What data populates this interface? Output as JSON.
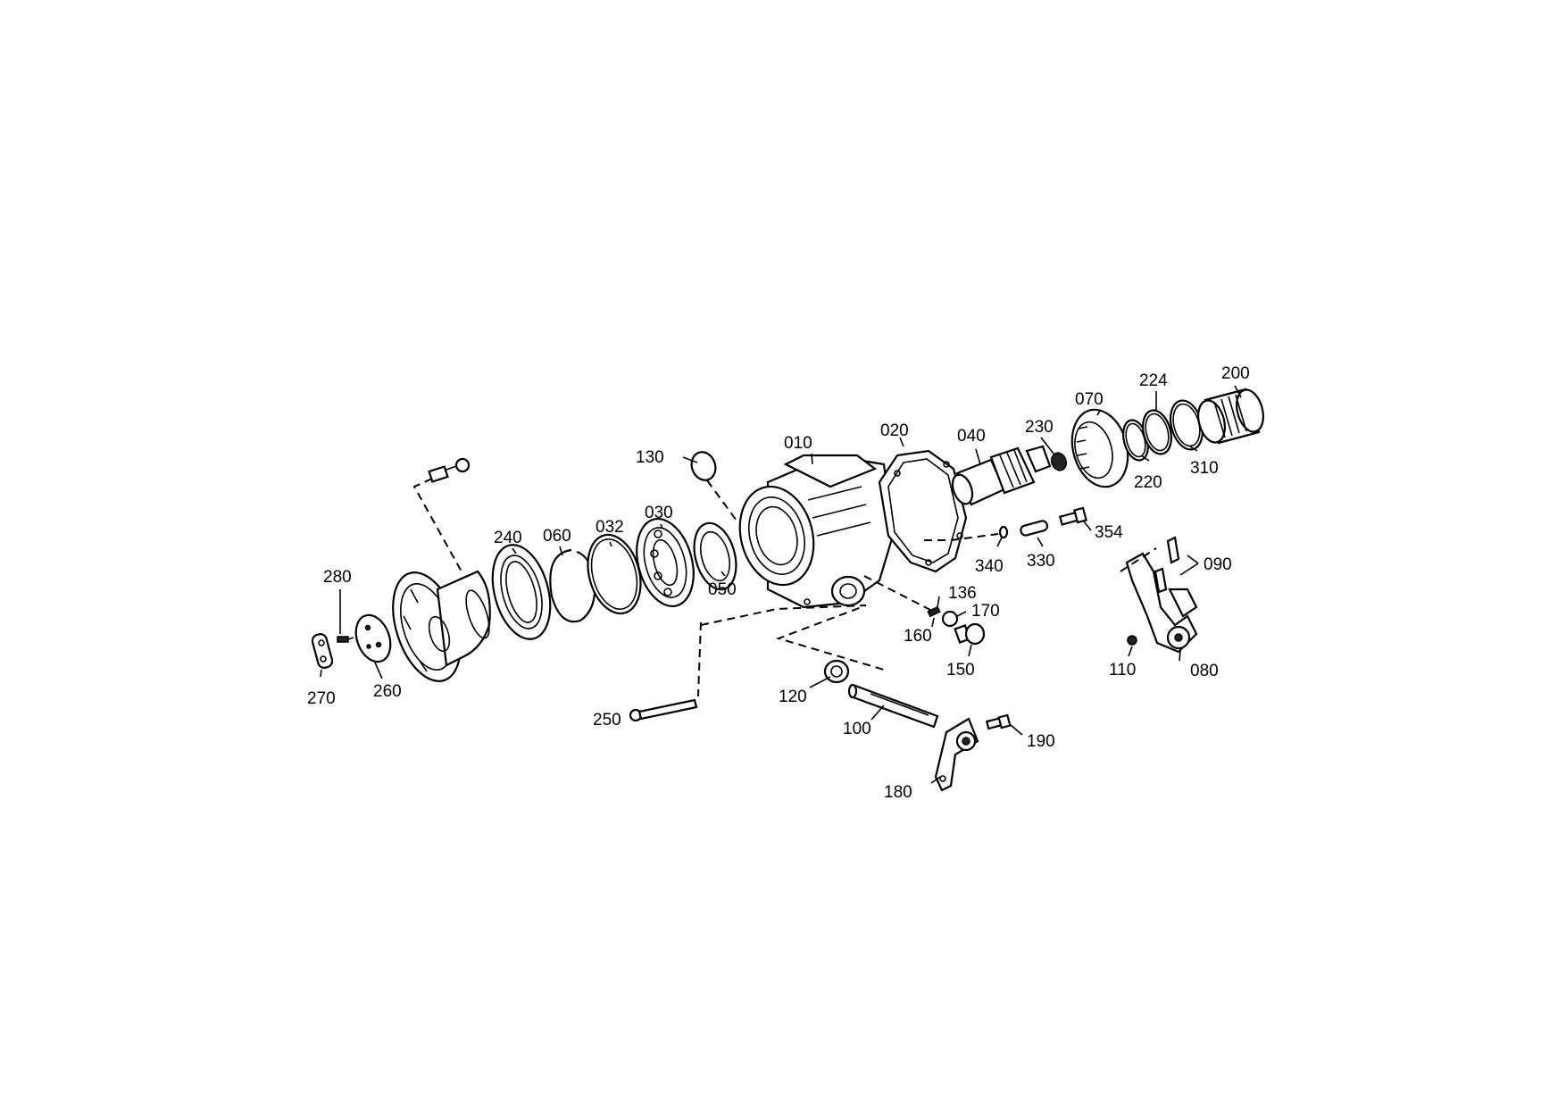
{
  "diagram": {
    "parts": [
      {
        "id": "010",
        "label": "010"
      },
      {
        "id": "020",
        "label": "020"
      },
      {
        "id": "030",
        "label": "030"
      },
      {
        "id": "032",
        "label": "032"
      },
      {
        "id": "040",
        "label": "040"
      },
      {
        "id": "050",
        "label": "050"
      },
      {
        "id": "060",
        "label": "060"
      },
      {
        "id": "070",
        "label": "070"
      },
      {
        "id": "080",
        "label": "080"
      },
      {
        "id": "090",
        "label": "090"
      },
      {
        "id": "100",
        "label": "100"
      },
      {
        "id": "110",
        "label": "110"
      },
      {
        "id": "120",
        "label": "120"
      },
      {
        "id": "130",
        "label": "130"
      },
      {
        "id": "136",
        "label": "136"
      },
      {
        "id": "150",
        "label": "150"
      },
      {
        "id": "160",
        "label": "160"
      },
      {
        "id": "170",
        "label": "170"
      },
      {
        "id": "180",
        "label": "180"
      },
      {
        "id": "190",
        "label": "190"
      },
      {
        "id": "200",
        "label": "200"
      },
      {
        "id": "220",
        "label": "220"
      },
      {
        "id": "224",
        "label": "224"
      },
      {
        "id": "230",
        "label": "230"
      },
      {
        "id": "240",
        "label": "240"
      },
      {
        "id": "250",
        "label": "250"
      },
      {
        "id": "260",
        "label": "260"
      },
      {
        "id": "270",
        "label": "270"
      },
      {
        "id": "280",
        "label": "280"
      },
      {
        "id": "310",
        "label": "310"
      },
      {
        "id": "330",
        "label": "330"
      },
      {
        "id": "340",
        "label": "340"
      },
      {
        "id": "354",
        "label": "354"
      }
    ]
  }
}
